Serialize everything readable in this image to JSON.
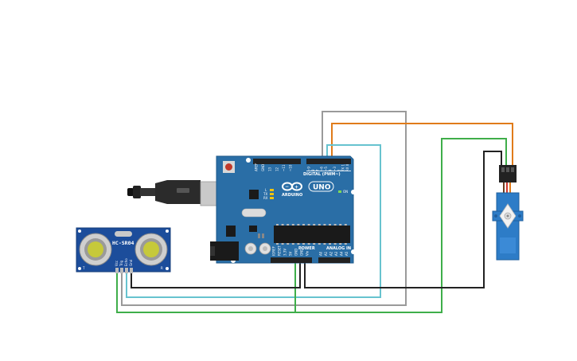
{
  "arduino": {
    "brand": "ARDUINO",
    "model": "UNO",
    "digital_label": "DIGITAL (PWM~)",
    "power_label": "POWER",
    "analog_label": "ANALOG IN",
    "on_label": "ON",
    "tx_label": "TX",
    "rx_label": "RX",
    "l_label": "L",
    "digital_pins": [
      "AREF",
      "GND",
      "13",
      "12",
      "~11",
      "~10",
      "~9",
      "8",
      "7",
      "~6",
      "~5",
      "4",
      "~3",
      "2",
      "TX 1",
      "RX 0"
    ],
    "power_pins": [
      "IOREF",
      "RESET",
      "3.3V",
      "5V",
      "GND",
      "GND",
      "Vin"
    ],
    "analog_pins": [
      "A0",
      "A1",
      "A2",
      "A3",
      "A4",
      "A5"
    ]
  },
  "sensor": {
    "name": "HC-SR04",
    "pins": [
      "Vcc",
      "Trig",
      "Echo",
      "Gnd"
    ],
    "left_mark": "T",
    "right_mark": "R"
  },
  "colors": {
    "board": "#2a6ea6",
    "board_edge": "#1f5a8a",
    "sensor_board": "#1c4d9b",
    "servo": "#2d7cc7",
    "wire_gray": "#9a9a9a",
    "wire_orange": "#e07b1a",
    "wire_cyan": "#67c3cf",
    "wire_green": "#3fae4a",
    "wire_black": "#222222"
  },
  "icons": {
    "usb": "usb-cable-icon",
    "reset": "reset-button-icon",
    "servo": "servo-motor-icon"
  }
}
